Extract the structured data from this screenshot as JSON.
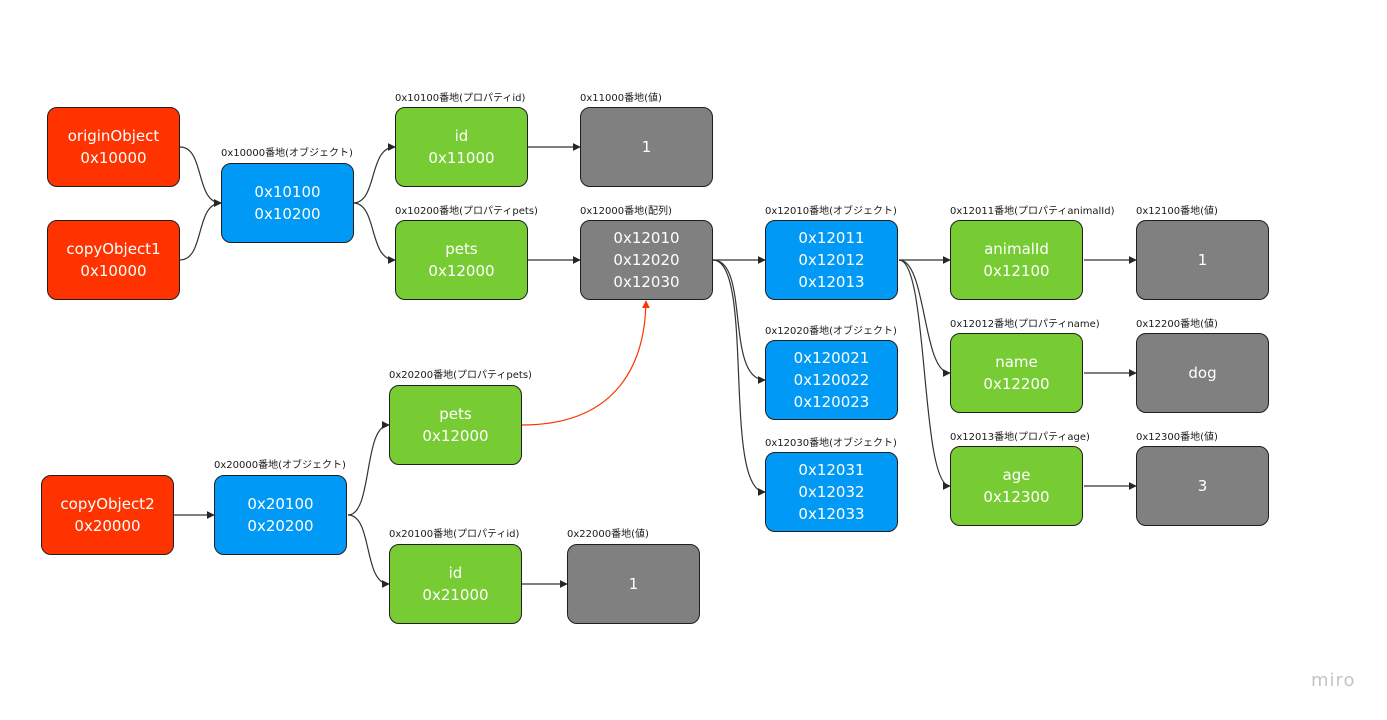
{
  "brand": "miro",
  "nodes": {
    "origin": {
      "lines": [
        "originObject",
        "0x10000"
      ]
    },
    "copy1": {
      "lines": [
        "copyObject1",
        "0x10000"
      ]
    },
    "copy2": {
      "lines": [
        "copyObject2",
        "0x20000"
      ]
    },
    "obj10000": {
      "caption": "0x10000番地(オブジェクト)",
      "lines": [
        "0x10100",
        "0x10200"
      ]
    },
    "id10100": {
      "caption": "0x10100番地(プロパティid)",
      "lines": [
        "id",
        "0x11000"
      ]
    },
    "val11000": {
      "caption": "0x11000番地(値)",
      "lines": [
        "1"
      ]
    },
    "pets10200": {
      "caption": "0x10200番地(プロパティpets)",
      "lines": [
        "pets",
        "0x12000"
      ]
    },
    "arr12000": {
      "caption": "0x12000番地(配列)",
      "lines": [
        "0x12010",
        "0x12020",
        "0x12030"
      ]
    },
    "obj12010": {
      "caption": "0x12010番地(オブジェクト)",
      "lines": [
        "0x12011",
        "0x12012",
        "0x12013"
      ]
    },
    "obj12020": {
      "caption": "0x12020番地(オブジェクト)",
      "lines": [
        "0x120021",
        "0x120022",
        "0x120023"
      ]
    },
    "obj12030": {
      "caption": "0x12030番地(オブジェクト)",
      "lines": [
        "0x12031",
        "0x12032",
        "0x12033"
      ]
    },
    "animal": {
      "caption": "0x12011番地(プロパティanimalId)",
      "lines": [
        "animalId",
        "0x12100"
      ]
    },
    "val12100": {
      "caption": "0x12100番地(値)",
      "lines": [
        "1"
      ]
    },
    "name": {
      "caption": "0x12012番地(プロパティname)",
      "lines": [
        "name",
        "0x12200"
      ]
    },
    "val12200": {
      "caption": "0x12200番地(値)",
      "lines": [
        "dog"
      ]
    },
    "age": {
      "caption": "0x12013番地(プロパティage)",
      "lines": [
        "age",
        "0x12300"
      ]
    },
    "val12300": {
      "caption": "0x12300番地(値)",
      "lines": [
        "3"
      ]
    },
    "obj20000": {
      "caption": "0x20000番地(オブジェクト)",
      "lines": [
        "0x20100",
        "0x20200"
      ]
    },
    "pets20200": {
      "caption": "0x20200番地(プロパティpets)",
      "lines": [
        "pets",
        "0x12000"
      ]
    },
    "id20100": {
      "caption": "0x20100番地(プロパティid)",
      "lines": [
        "id",
        "0x21000"
      ]
    },
    "val22000": {
      "caption": "0x22000番地(値)",
      "lines": [
        "1"
      ]
    }
  }
}
